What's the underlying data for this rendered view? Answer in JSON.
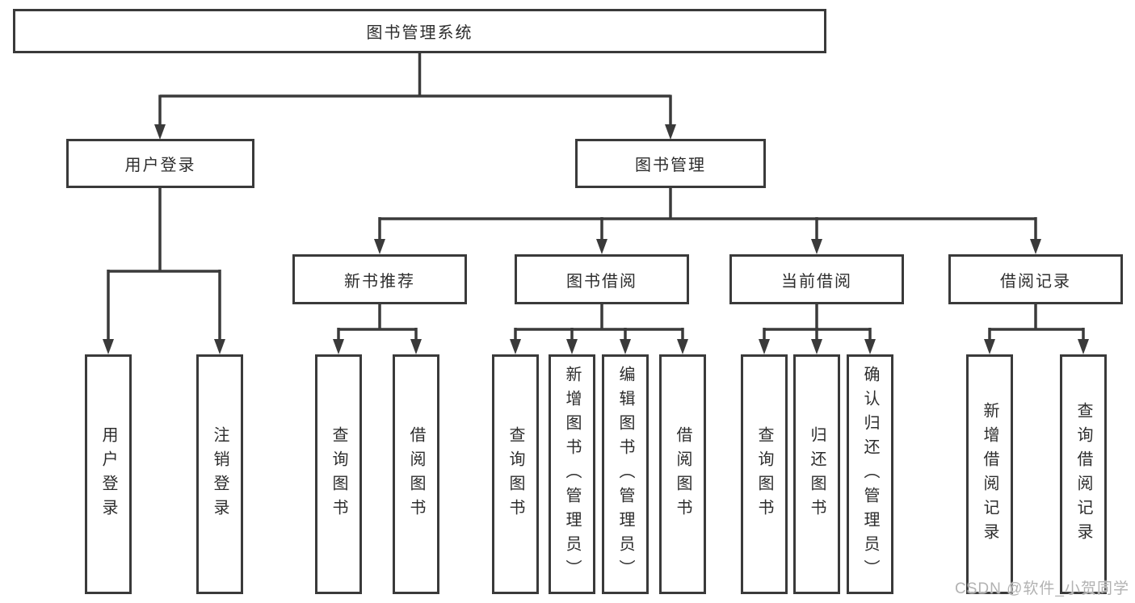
{
  "tree": {
    "root_label": "图书管理系统",
    "login": {
      "label": "用户登录",
      "leaves": [
        {
          "label": "用户登录"
        },
        {
          "label": "注销登录"
        }
      ]
    },
    "mgmt": {
      "label": "图书管理",
      "branches": [
        {
          "label": "新书推荐",
          "leaves": [
            {
              "label": "查询图书"
            },
            {
              "label": "借阅图书"
            }
          ]
        },
        {
          "label": "图书借阅",
          "leaves": [
            {
              "label": "查询图书"
            },
            {
              "label": "新增图书（管理员）"
            },
            {
              "label": "编辑图书（管理员）"
            },
            {
              "label": "借阅图书"
            }
          ]
        },
        {
          "label": "当前借阅",
          "leaves": [
            {
              "label": "查询图书"
            },
            {
              "label": "归还图书"
            },
            {
              "label": "确认归还（管理员）"
            }
          ]
        },
        {
          "label": "借阅记录",
          "leaves": [
            {
              "label": "新增借阅记录"
            },
            {
              "label": "查询借阅记录"
            }
          ]
        }
      ]
    }
  },
  "watermark": {
    "text": "CSDN @软件_小贺同学"
  },
  "colors": {
    "line": "#3a3a3a",
    "text": "#2d2d2d",
    "watermark": "#b2b2b2",
    "background": "#ffffff"
  }
}
